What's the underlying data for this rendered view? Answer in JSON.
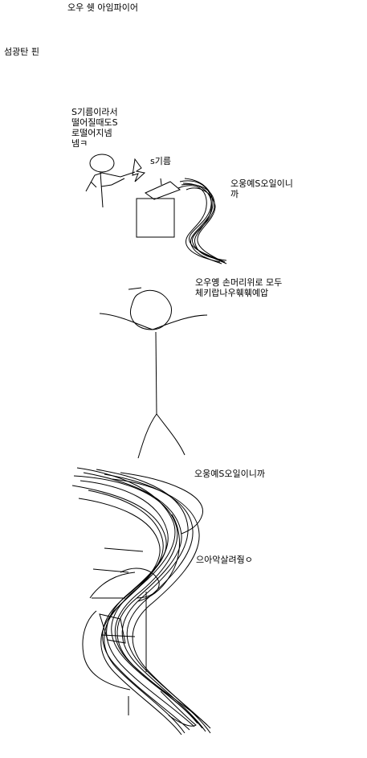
{
  "labels": {
    "title": "오우 쉣 아임파이어",
    "pin": "섬광탄 핀",
    "s_grip_note_line1": "S기름이라서",
    "s_grip_note_line2": "떨어질때도S",
    "s_grip_note_line3": "로떨어지넴",
    "s_grip_note_line4": "넴ㅋ",
    "s_grip_small": "s기름",
    "wow_s_line1": "오웅예S오일이니",
    "wow_s_line2": "까",
    "hands_line1": "오우옝 손머리위로 모두",
    "hands_line2": "체키랍나우훾훾예압",
    "wow_s_bottom": "오웅예S오일이니까",
    "help": "으아악살려줭ㅇ"
  },
  "colors": {
    "ink": "#000000",
    "background": "#ffffff"
  }
}
